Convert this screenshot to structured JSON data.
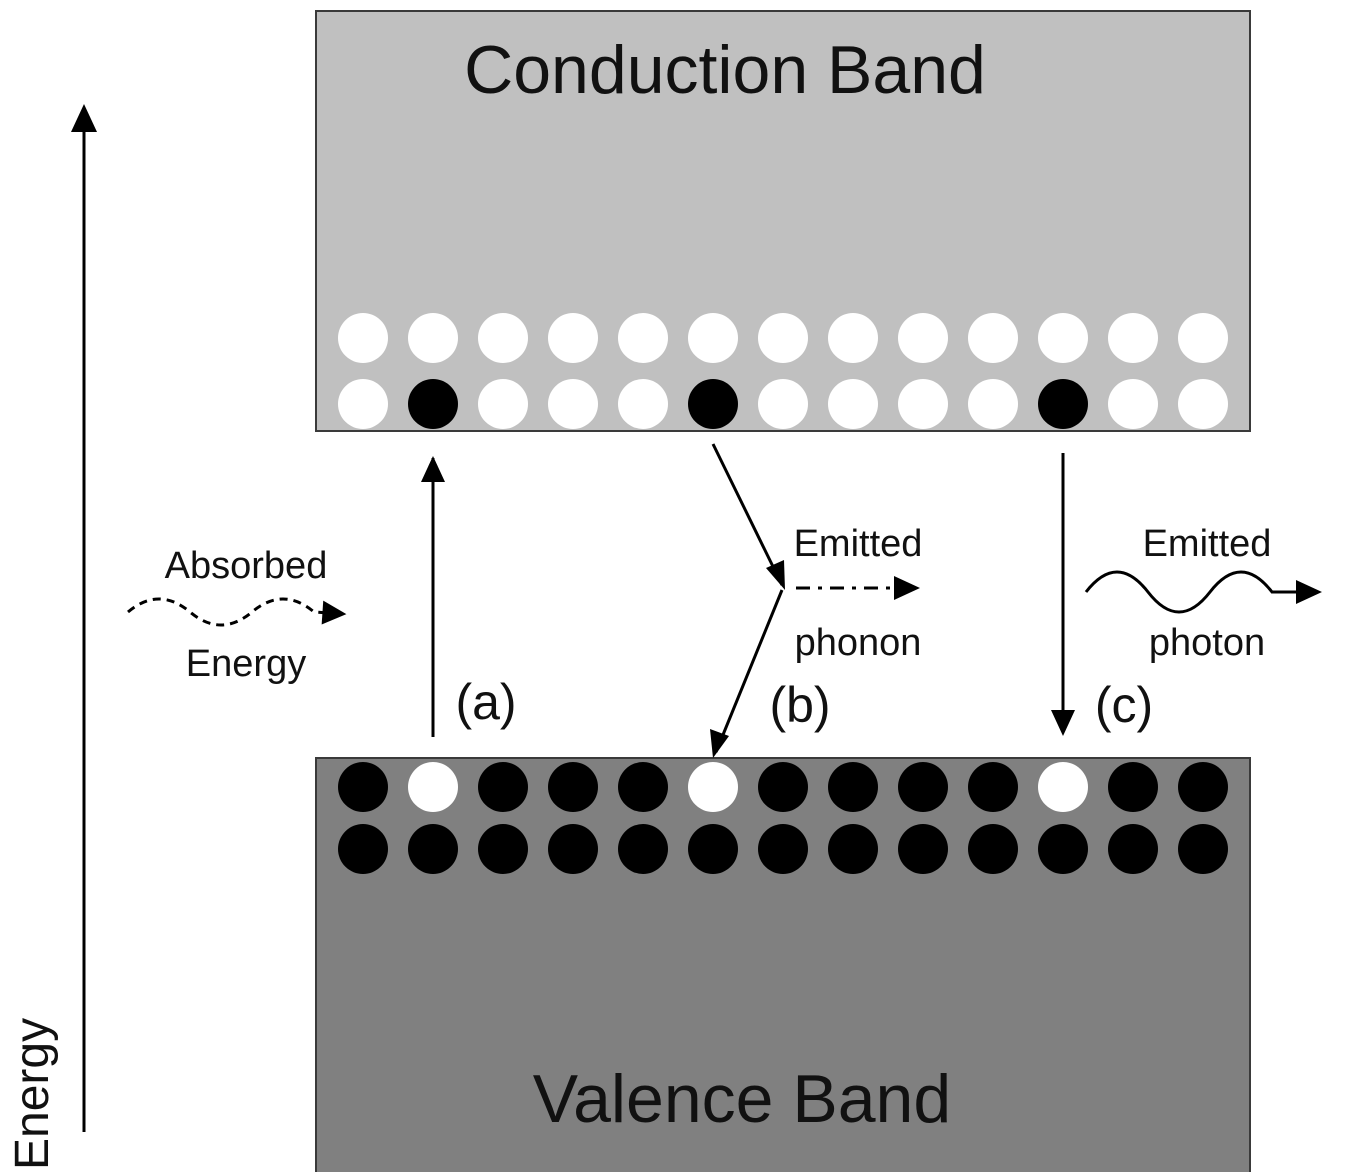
{
  "diagram": {
    "conduction_band_label": "Conduction Band",
    "valence_band_label": "Valence Band",
    "energy_axis_label": "Energy",
    "absorbed_label": "Absorbed",
    "absorbed_energy_label": "Energy",
    "process_a_label": "(a)",
    "process_b_label": "(b)",
    "process_c_label": "(c)",
    "emitted_phonon_top": "Emitted",
    "emitted_phonon_bottom": "phonon",
    "emitted_photon_top": "Emitted",
    "emitted_photon_bottom": "photon",
    "colors": {
      "conduction_band": "#c0c0c0",
      "valence_band": "#808080",
      "electron": "#000000",
      "empty_state": "#ffffff"
    },
    "conduction_band_states": {
      "row_upper": [
        "empty",
        "empty",
        "empty",
        "empty",
        "empty",
        "empty",
        "empty",
        "empty",
        "empty",
        "empty",
        "empty",
        "empty",
        "empty"
      ],
      "row_lower": [
        "empty",
        "electron",
        "empty",
        "empty",
        "empty",
        "electron",
        "empty",
        "empty",
        "empty",
        "empty",
        "electron",
        "empty",
        "empty"
      ]
    },
    "valence_band_states": {
      "row_upper": [
        "electron",
        "empty",
        "electron",
        "electron",
        "electron",
        "empty",
        "electron",
        "electron",
        "electron",
        "electron",
        "empty",
        "electron",
        "electron"
      ],
      "row_lower": [
        "electron",
        "electron",
        "electron",
        "electron",
        "electron",
        "electron",
        "electron",
        "electron",
        "electron",
        "electron",
        "electron",
        "electron",
        "electron"
      ]
    }
  }
}
